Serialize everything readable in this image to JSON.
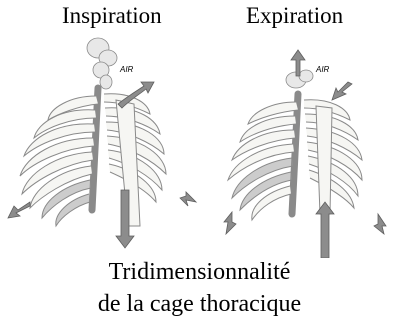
{
  "panels": [
    {
      "heading": "Inspiration",
      "air_label": "AIR"
    },
    {
      "heading": "Expiration",
      "air_label": "AIR"
    }
  ],
  "caption": {
    "line1": "Tridimensionnalité",
    "line2": "de la cage thoracique"
  },
  "colors": {
    "bone": "#f6f6f3",
    "bone_stroke": "#8a8a8a",
    "rib_shade": "#9a9a9a",
    "arrow": "#8c8c8c",
    "arrow_stroke": "#5e5e5e",
    "air_cloud": "#e8e8e8"
  }
}
